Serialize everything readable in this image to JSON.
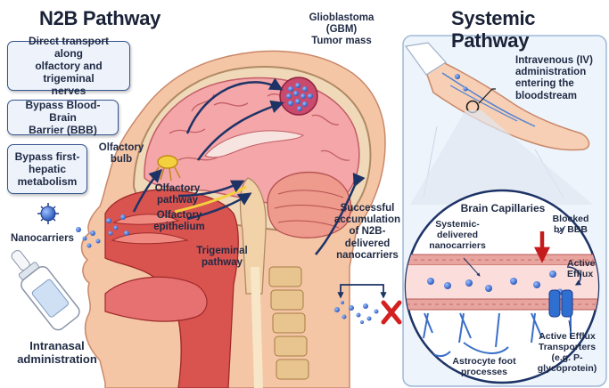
{
  "n2b": {
    "title": "N2B Pathway",
    "benefits": [
      "Direct transport along\nolfactory and trigeminal\nnerves",
      "Bypass Blood-Brain\nBarrier (BBB)",
      "Bypass first-\nhepatic\nmetabolism"
    ],
    "labels": {
      "gbm": "Glioblastoma\n(GBM)\nTumor mass",
      "olfactory_bulb": "Olfactory\nbulb",
      "olfactory_pathway": "Olfactory\npathway",
      "olfactory_epithelium": "Olfactory\nepithelium",
      "trigeminal_pathway": "Trigeminal\npathway",
      "nanocarriers": "Nanocarriers",
      "intranasal": "Intranasal\nadministration",
      "accumulation": "Successful\naccumulation\nof N2B-\ndelivered\nnanocarriers"
    }
  },
  "systemic": {
    "title": "Systemic Pathway",
    "iv_label": "Intravenous (IV)\nadministration\nentering the\nbloodstream",
    "capillaries_title": "Brain Capillaries",
    "systemic_nanocarriers": "Systemic-\ndelivered\nnanocarriers",
    "blocked": "Blocked\nby BBB",
    "active_efflux": "Active\nEfflux",
    "efflux_transporters": "Active Efflux\nTransporters\n(e.g. P-\nglycoprotein)",
    "astrocyte": "Astrocyte foot\nprocesses"
  },
  "colors": {
    "accent_blue": "#35558e",
    "arrow_navy": "#1d3366",
    "brain_pink": "#f3a6a6",
    "tissue_red": "#d9534f",
    "nanocarrier_blue": "#3d6fd6",
    "blocked_red": "#d42020",
    "transporter_blue": "#2f6fd0"
  }
}
